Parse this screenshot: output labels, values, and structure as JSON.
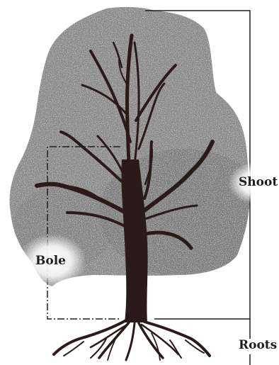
{
  "labels": {
    "shoot": "Shoot",
    "bole": "Bole",
    "roots": "Roots"
  },
  "colors": {
    "background": "#ffffff",
    "canopy": "#8a8a8a",
    "canopy_speckle": "#b4b4b4",
    "canopy_dark": "#6f6f6f",
    "trunk": "#2a1a1a",
    "bracket_line": "#1e1e1e",
    "label_text": "#1e1e1e",
    "label_glow": "#ffffff"
  },
  "icons": {
    "tree": "tree-illustration",
    "shoot_bracket": "bracket-line",
    "bole_bracket": "bracket-line",
    "roots_bracket": "bracket-line"
  }
}
